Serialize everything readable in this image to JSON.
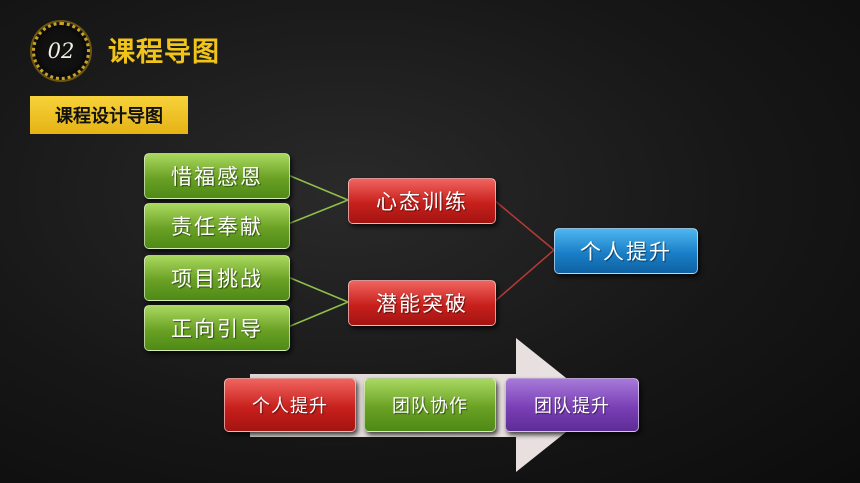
{
  "header": {
    "badge": "02",
    "title": "课程导图"
  },
  "subtitle": "课程设计导图",
  "tree": {
    "leaves": [
      "惜福感恩",
      "责任奉献",
      "项目挑战",
      "正向引导"
    ],
    "middle": [
      "心态训练",
      "潜能突破"
    ],
    "root": "个人提升"
  },
  "progression": {
    "steps": [
      "个人提升",
      "团队协作",
      "团队提升"
    ]
  },
  "colors": {
    "leaf": "#6aa125",
    "middle": "#c8201c",
    "root": "#1a7fc7",
    "step1": "#c8201c",
    "step2": "#6aa125",
    "step3": "#7a3fb6",
    "title": "#f0c419",
    "connector": "#8fbf4a",
    "connector_red": "#b83a36"
  }
}
